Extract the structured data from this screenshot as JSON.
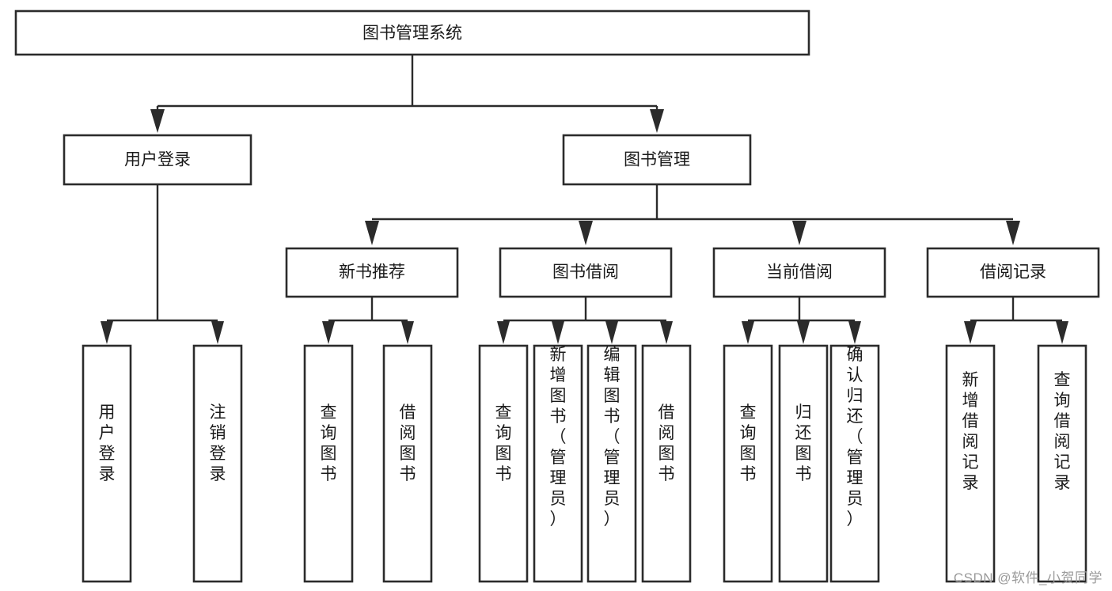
{
  "diagram": {
    "type": "tree-hierarchy",
    "title": "图书管理系统",
    "watermark": "CSDN @软件_小贺同学",
    "colors": {
      "background": "#ffffff",
      "box_stroke": "#2b2b2b",
      "box_fill": "#ffffff",
      "text": "#1a1a1a",
      "watermark": "#9a9a9a"
    },
    "levels": {
      "root": {
        "label": "图书管理系统",
        "orientation": "horizontal"
      },
      "level2": [
        {
          "label": "用户登录",
          "orientation": "horizontal"
        },
        {
          "label": "图书管理",
          "orientation": "horizontal"
        }
      ],
      "level3": [
        {
          "label": "新书推荐",
          "orientation": "horizontal",
          "parent": "图书管理"
        },
        {
          "label": "图书借阅",
          "orientation": "horizontal",
          "parent": "图书管理"
        },
        {
          "label": "当前借阅",
          "orientation": "horizontal",
          "parent": "图书管理"
        },
        {
          "label": "借阅记录",
          "orientation": "horizontal",
          "parent": "图书管理"
        }
      ],
      "leaves": [
        {
          "label": "用户登录",
          "orientation": "vertical",
          "parent": "用户登录"
        },
        {
          "label": "注销登录",
          "orientation": "vertical",
          "parent": "用户登录"
        },
        {
          "label": "查询图书",
          "orientation": "vertical",
          "parent": "新书推荐"
        },
        {
          "label": "借阅图书",
          "orientation": "vertical",
          "parent": "新书推荐"
        },
        {
          "label": "查询图书",
          "orientation": "vertical",
          "parent": "图书借阅"
        },
        {
          "label": "新增图书（管理员）",
          "orientation": "vertical",
          "parent": "图书借阅"
        },
        {
          "label": "编辑图书（管理员）",
          "orientation": "vertical",
          "parent": "图书借阅"
        },
        {
          "label": "借阅图书",
          "orientation": "vertical",
          "parent": "图书借阅"
        },
        {
          "label": "查询图书",
          "orientation": "vertical",
          "parent": "当前借阅"
        },
        {
          "label": "归还图书",
          "orientation": "vertical",
          "parent": "当前借阅"
        },
        {
          "label": "确认归还（管理员）",
          "orientation": "vertical",
          "parent": "当前借阅"
        },
        {
          "label": "新增借阅记录",
          "orientation": "vertical",
          "parent": "借阅记录"
        },
        {
          "label": "查询借阅记录",
          "orientation": "vertical",
          "parent": "借阅记录"
        }
      ]
    }
  }
}
